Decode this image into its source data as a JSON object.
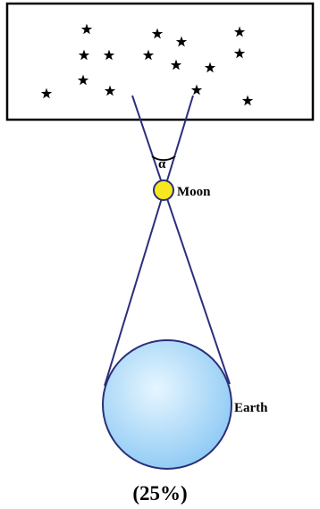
{
  "diagram": {
    "labels": {
      "alpha": "α",
      "moon": "Moon",
      "earth": "Earth",
      "caption": "(25%)"
    },
    "colors": {
      "line": "#2a2f7a",
      "box_stroke": "#000000",
      "moon_fill": "#f5e81e",
      "earth_light": "#e6f6ff",
      "earth_dark": "#8fcaf4",
      "earth_stroke": "#2a2f7a"
    },
    "icons": [
      "star-icon"
    ]
  }
}
